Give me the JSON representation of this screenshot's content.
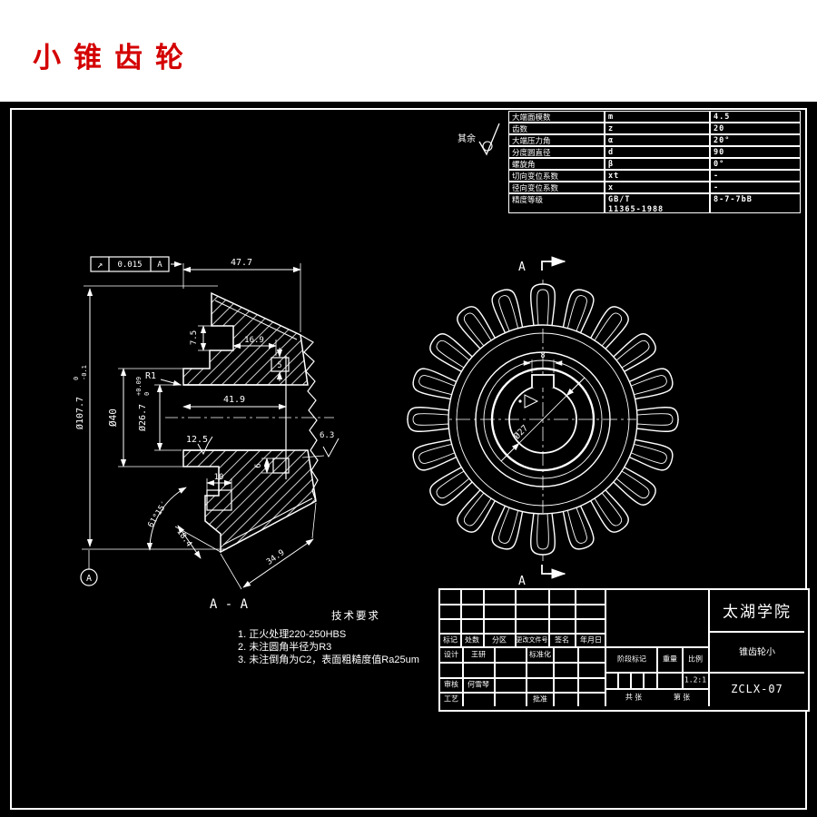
{
  "title": "小锥齿轮",
  "param_table": {
    "surface_note": "其余",
    "rows": [
      {
        "label": "大端面模数",
        "symbol": "m",
        "value": "4.5"
      },
      {
        "label": "齿数",
        "symbol": "z",
        "value": "20"
      },
      {
        "label": "大端压力角",
        "symbol": "α",
        "value": "20°"
      },
      {
        "label": "分度圆直径",
        "symbol": "d",
        "value": "90"
      },
      {
        "label": "螺旋角",
        "symbol": "β",
        "value": "0°"
      },
      {
        "label": "切向变位系数",
        "symbol": "xt",
        "value": "-"
      },
      {
        "label": "径向变位系数",
        "symbol": "x",
        "value": "-"
      },
      {
        "label": "精度等级",
        "symbol": "GB/T\n11365-1988",
        "value": "8-7-7bB"
      }
    ]
  },
  "section_view": {
    "gdt": {
      "symbol": "↗",
      "value": "0.015",
      "datum": "A"
    },
    "dims": {
      "width": "47.7",
      "notch_h": "7.5",
      "notch_w": "16.9",
      "fillet": "R1",
      "bore_len": "41.9",
      "hub_dia": "Ø40",
      "bore_dia": "Ø26.7",
      "bore_tol_u": "+0.09",
      "bore_tol_l": "0",
      "outer_dia": "Ø107.7",
      "outer_tol_u": "0",
      "outer_tol_l": "-0.1",
      "rough_bore": "12.5",
      "rough_teeth": "6.3",
      "step": "10",
      "tooth_a": "5",
      "tooth_b": "6",
      "cone_angle": "61°15′",
      "back_len": "18.4",
      "face_len": "34.9"
    },
    "label": "A - A",
    "datum": "A"
  },
  "front_view": {
    "section_letter": "A",
    "bore_dia": "Ø27",
    "keyway_width": "8"
  },
  "tech_req": {
    "title": "技术要求",
    "items": [
      "1. 正火处理220-250HBS",
      "2. 未注圆角半径为R3",
      "3. 未注倒角为C2，表面粗糙度值Ra25um"
    ]
  },
  "title_block": {
    "header": [
      "标记",
      "处数",
      "分区",
      "更改文件号",
      "签名",
      "年月日"
    ],
    "design_label": "设计",
    "design_name": "王研",
    "standard_label": "标准化",
    "check_label": "审核",
    "check_name": "何雪琴",
    "process_label": "工艺",
    "approve_label": "批准",
    "stage_label": "阶段标记",
    "weight_label": "重量",
    "scale_label": "比例",
    "scale_value": "1.2:1",
    "sheet_total": "共 张",
    "sheet_no": "第 张",
    "school": "太湖学院",
    "part_name": "锥齿轮小",
    "drawing_no": "ZCLX-07"
  }
}
